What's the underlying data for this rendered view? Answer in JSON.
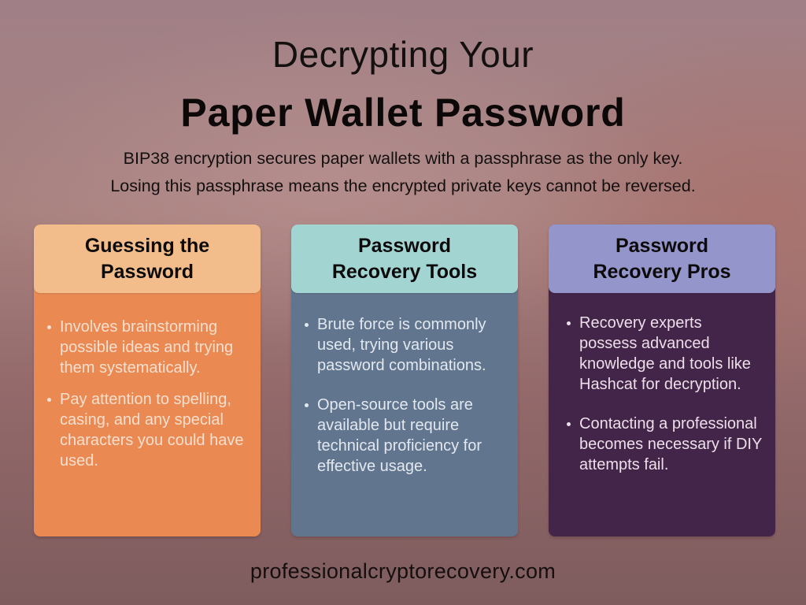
{
  "header": {
    "title_line1": "Decrypting Your",
    "title_line2": "Paper Wallet Password",
    "subtitle_line1": "BIP38 encryption secures paper wallets with a passphrase as the only key.",
    "subtitle_line2": "Losing this passphrase means the encrypted private keys cannot be reversed."
  },
  "cards": [
    {
      "title_line1": "Guessing the",
      "title_line2": "Password",
      "header_color": "#f2bd8a",
      "body_color": "#ea8a52",
      "bullets": [
        "Involves brainstorming possible ideas and trying them systematically.",
        "Pay attention to spelling, casing, and any special characters you could have used."
      ]
    },
    {
      "title_line1": "Password",
      "title_line2": "Recovery Tools",
      "header_color": "#a2d4d2",
      "body_color": "#61758f",
      "bullets": [
        "Brute force is commonly used, trying various password combinations.",
        "Open-source tools are available but require technical proficiency for effective usage."
      ]
    },
    {
      "title_line1": "Password",
      "title_line2": "Recovery Pros",
      "header_color": "#9395cb",
      "body_color": "#44254a",
      "bullets": [
        "Recovery experts possess advanced knowledge and tools like Hashcat for decryption.",
        "Contacting a professional becomes necessary if DIY attempts fail."
      ]
    }
  ],
  "footer": {
    "website": "professionalcryptorecovery.com"
  }
}
